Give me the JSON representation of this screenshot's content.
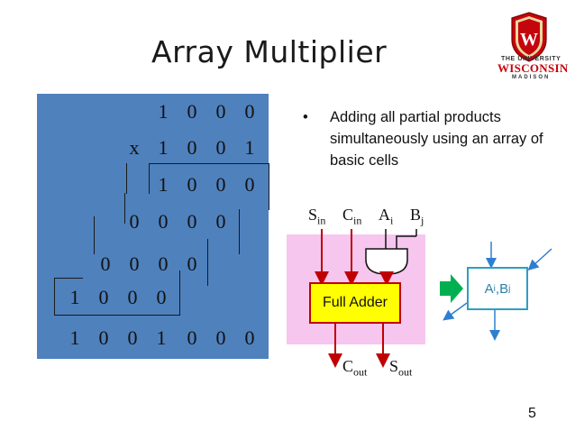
{
  "slide": {
    "title": "Array Multiplier",
    "page_number": "5"
  },
  "logo": {
    "top_line": "THE UNIVERSITY",
    "main": "WISCONSIN",
    "bottom_line": "MADISON"
  },
  "multiplication": {
    "multiplicand": [
      "1",
      "0",
      "0",
      "0"
    ],
    "operator": "x",
    "multiplier": [
      "1",
      "0",
      "0",
      "1"
    ],
    "partial_1": [
      "1",
      "0",
      "0",
      "0"
    ],
    "partial_2": [
      "0",
      "0",
      "0",
      "0"
    ],
    "partial_3": [
      "0",
      "0",
      "0",
      "0"
    ],
    "partial_4": [
      "1",
      "0",
      "0",
      "0"
    ],
    "result": [
      "1",
      "0",
      "0",
      "1",
      "0",
      "0",
      "0"
    ]
  },
  "bullets": [
    "Adding all partial products simultaneously using an array of basic cells"
  ],
  "diagram": {
    "adder_label": "Full Adder",
    "inputs": {
      "s_in": {
        "base": "S",
        "sub": "in"
      },
      "c_in": {
        "base": "C",
        "sub": "in"
      },
      "a_i": {
        "base": "A",
        "sub": "i"
      },
      "b_j": {
        "base": "B",
        "sub": "j"
      }
    },
    "outputs": {
      "c_out": {
        "base": "C",
        "sub": "out"
      },
      "s_out": {
        "base": "S",
        "sub": "out"
      }
    },
    "cell": {
      "a": "A",
      "a_sub": "i",
      "sep": " ,",
      "b": "B",
      "b_sub": "j"
    }
  },
  "colors": {
    "panel_blue": "#4f81bd",
    "pink": "#f6c6ee",
    "adder_fill": "#ffff00",
    "wire_red": "#c00000",
    "arrow_green": "#00b050",
    "cell_blue": "#2e9fbf"
  }
}
